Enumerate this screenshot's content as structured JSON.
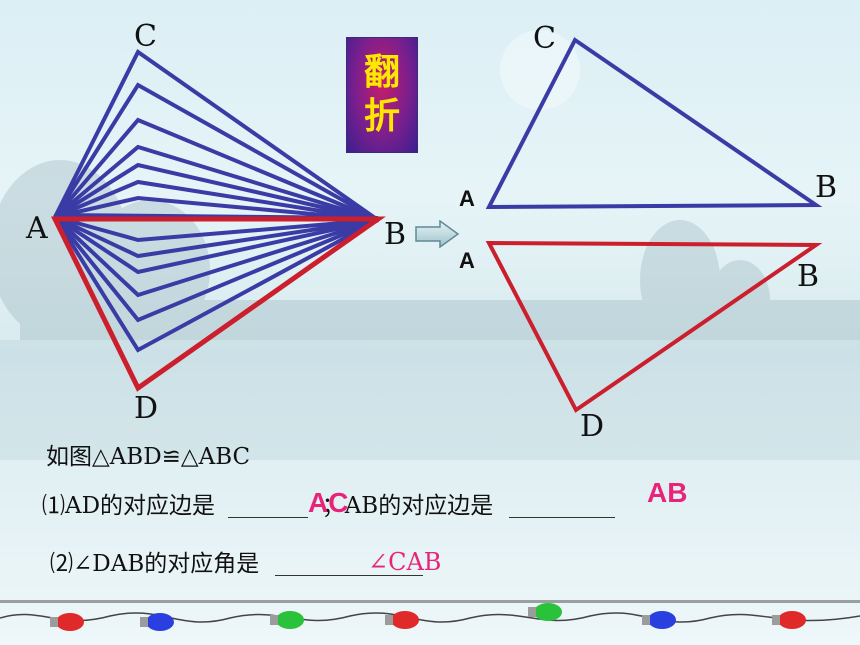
{
  "fold_box": {
    "chars": [
      "翻",
      "折"
    ]
  },
  "left_figure": {
    "labels": {
      "c": "C",
      "a": "A",
      "b": "B",
      "d": "D"
    }
  },
  "right_top_triangle": {
    "labels": {
      "c": "C",
      "a": "A",
      "b": "B"
    }
  },
  "right_bottom_triangle": {
    "labels": {
      "a": "A",
      "b": "B",
      "d": "D"
    }
  },
  "statement": "如图△ABD≌△ABC",
  "question1": {
    "prefix": "⑴AD的对应边是",
    "answer1": "AC",
    "middle": "；AB的对应边是",
    "answer2": "AB"
  },
  "question2": {
    "prefix": "⑵∠DAB的对应角是",
    "answer": "∠CAB"
  },
  "colors": {
    "blue_lines": "#3b3ba6",
    "red_lines": "#cc1f2e",
    "answer": "#e8247a",
    "fold_text": "#ffe800"
  },
  "icons": [
    "right-arrow-icon",
    "christmas-lights-garland-icon"
  ]
}
